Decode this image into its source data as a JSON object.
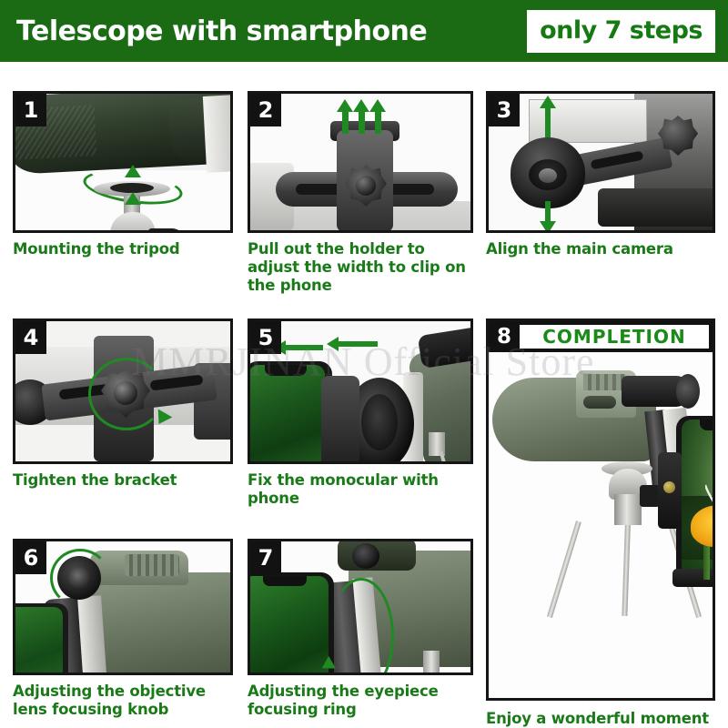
{
  "header": {
    "title": "Telescope with smartphone",
    "badge": "only 7 steps",
    "bg_color": "#1a6b14",
    "badge_text_color": "#157a12"
  },
  "watermark": "MMRJINAN Official Store",
  "caption_color": "#1a7a18",
  "steps": [
    {
      "number": "1",
      "caption": "Mounting the tripod",
      "illustration": "monocular-barrel-over-tripod-mount-with-rotation-arrows"
    },
    {
      "number": "2",
      "caption": "Pull out the holder to adjust the width to clip on the phone",
      "illustration": "phone-holder-bracket-with-three-up-arrows"
    },
    {
      "number": "3",
      "caption": "Align the main camera",
      "illustration": "eyepiece-cup-with-up-and-down-arrows"
    },
    {
      "number": "4",
      "caption": "Tighten the bracket",
      "illustration": "star-knob-with-circular-rotation-arrow"
    },
    {
      "number": "5",
      "caption": "Fix the monocular with phone",
      "illustration": "phone-joining-monocular-eyepiece-with-left-arrows"
    },
    {
      "number": "6",
      "caption": "Adjusting the objective lens focusing knob",
      "illustration": "objective-lens-focus-knob-with-rotation-arrow"
    },
    {
      "number": "7",
      "caption": "Adjusting the eyepiece focusing ring",
      "illustration": "eyepiece-focus-ring-with-rotation-arrow"
    }
  ],
  "completion": {
    "number": "8",
    "title": "COMPLETION",
    "caption": "Enjoy a wonderful moment",
    "title_color": "#1a8a18",
    "illustration": "monocular-on-tripod-with-phone-showing-butterfly-on-flower"
  }
}
